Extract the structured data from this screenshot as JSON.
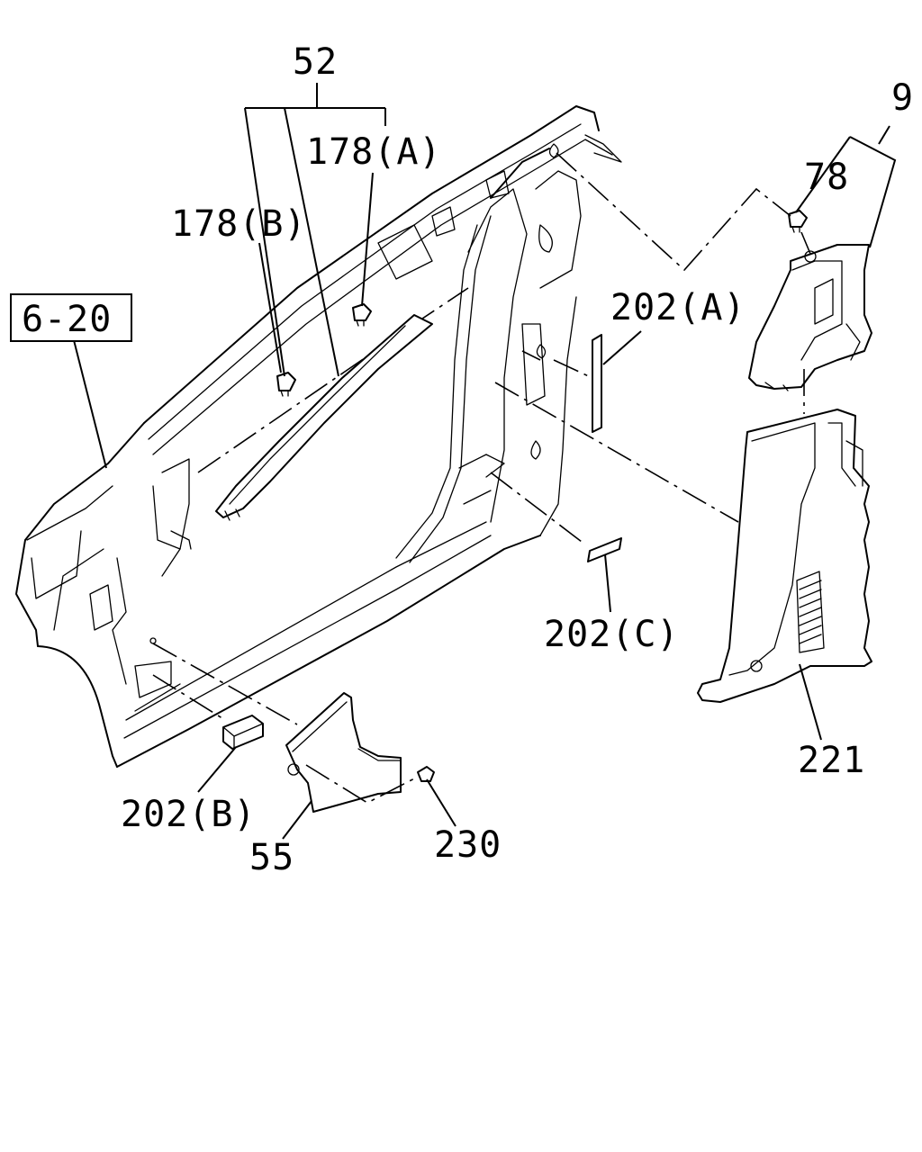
{
  "labels": {
    "p52": "52",
    "p9": "9",
    "p178a": "178(A)",
    "p178b": "178(B)",
    "p78": "78",
    "p620": "6-20",
    "p202a": "202(A)",
    "p202c": "202(C)",
    "p202b": "202(B)",
    "p221": "221",
    "p55": "55",
    "p230": "230"
  }
}
